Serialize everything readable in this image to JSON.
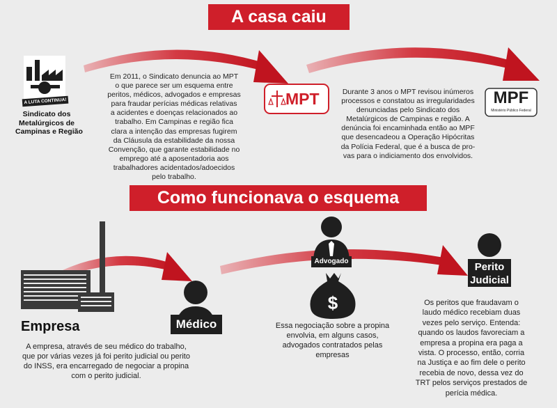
{
  "title_top": "A casa caiu",
  "title_mid": "Como funcionava o esquema",
  "sindicato": {
    "logo_banner": "A LUTA CONTINUA!",
    "name_lines": [
      "Sindicato dos",
      "Metalúrgicos de",
      "Campinas e Região"
    ]
  },
  "mpt_logo": "MPT",
  "mpf_logo": "MPF",
  "mpf_sub": "Ministério Público Federal",
  "text_sindicato": [
    "Em 2011, o Sindicato denuncia ao MPT",
    "o que parece ser um esquema entre",
    "peritos, médicos, advogados e empresas",
    "para fraudar perícias médicas relativas",
    "a acidentes e doenças relacionados ao",
    "trabalho.  Em Campinas e região fica",
    "clara a intenção das empresas fugirem",
    "da Cláusula da estabilidade da nossa",
    "Convenção, que garante estabilidade no",
    "emprego até a aposentadoria aos",
    "trabalhadores acidentados/adoecidos",
    "pelo trabalho."
  ],
  "text_mpt": [
    "Durante 3 anos o MPT revisou inúmeros",
    "processos e constatou as irregularidades",
    "denunciadas pelo Sindicato dos",
    "Metalúrgicos de Campinas e região. A",
    "denúncia foi encaminhada então ao MPF",
    "que desencadeou a Operação Hipócritas",
    "da Polícia Federal, que é a busca de pro-",
    "vas para o indiciamento dos envolvidos."
  ],
  "empresa_label": "Empresa",
  "medico_label": "Médico",
  "advogado_label": "Advogado",
  "perito_label_lines": [
    "Perito",
    "Judicial"
  ],
  "money_symbol": "$",
  "text_empresa": [
    "A empresa, através de seu médico do trabalho,",
    "que por várias vezes já foi perito judicial ou perito",
    "do INSS, era encarregado de negociar a propina",
    "com o perito judicial."
  ],
  "text_negociacao": [
    "Essa negociação sobre a propina",
    "envolvia, em alguns casos,",
    "advogados contratados pelas",
    "empresas"
  ],
  "text_perito": [
    "Os peritos que fraudavam o",
    "laudo médico recebiam duas",
    "vezes pelo serviço. Entenda:",
    "quando os laudos favoreciam a",
    "empresa a propina era paga a",
    "vista. O processo, então, corria",
    "na Justiça e ao fim dele o perito",
    "recebia de novo, dessa vez do",
    "TRT pelos serviços prestados de",
    "perícia médica."
  ],
  "colors": {
    "accent": "#cf1f2a",
    "dark": "#1f1f1f",
    "background": "#ececec"
  }
}
